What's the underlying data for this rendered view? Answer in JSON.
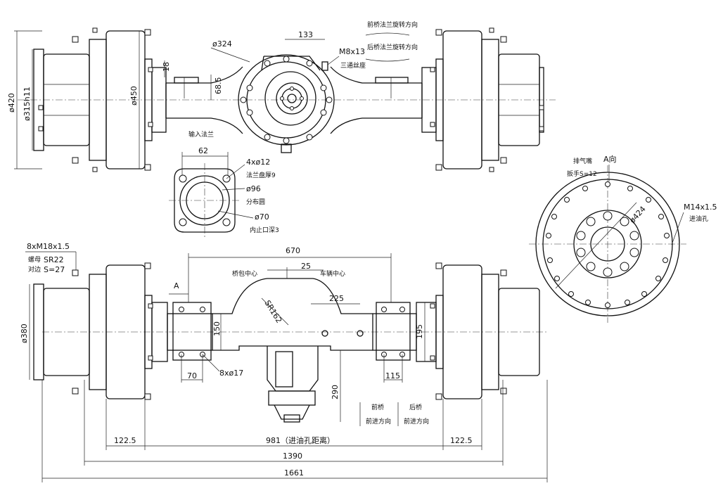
{
  "top_view": {
    "dims": {
      "d420": "ø420",
      "d315h11": "ø315h11",
      "d450": "ø450",
      "d324": "ø324",
      "w133": "133",
      "m8x13": "M8x13",
      "h18": "18",
      "h68_5": "68.5"
    },
    "notes": {
      "front_rotation": "前桥法兰旋转方向",
      "rear_rotation": "后桥法兰旋转方向",
      "tee_seat": "三通丝座",
      "input_flange": "输入法兰"
    }
  },
  "input_flange": {
    "w62": "62",
    "holes": "4xø12",
    "flange_thk": "法兰盘厚9",
    "d96": "ø96",
    "pcd": "分布圆",
    "d70": "ø70",
    "recess": "内止口深3"
  },
  "side_view": {
    "exhaust": "排气嘴",
    "wrench": "扳手S=12",
    "a_view": "A向",
    "d424": "ø424",
    "m14": "M14x1.5",
    "oil_hole": "进油孔"
  },
  "front_view": {
    "bolts": "8xM18x1.5",
    "nut_label": "螺母",
    "sr22": "SR22",
    "across_label": "对边",
    "s27": "S=27",
    "a_mark": "A",
    "d380": "ø380",
    "w670": "670",
    "axle_center": "桥包中心",
    "w25": "25",
    "wheel_center": "车辆中心",
    "sr162": "SR162",
    "w225": "225",
    "h150": "150",
    "h195": "195",
    "w70": "70",
    "holes": "8xø17",
    "h290": "290",
    "w115": "115",
    "front_axle": "前桥",
    "rear_axle": "后桥",
    "forward": "前进方向",
    "forward2": "前进方向",
    "w122_5_left": "122.5",
    "w981": "981（进油孔距离）",
    "w122_5_right": "122.5",
    "w1390": "1390",
    "w1661": "1661"
  }
}
